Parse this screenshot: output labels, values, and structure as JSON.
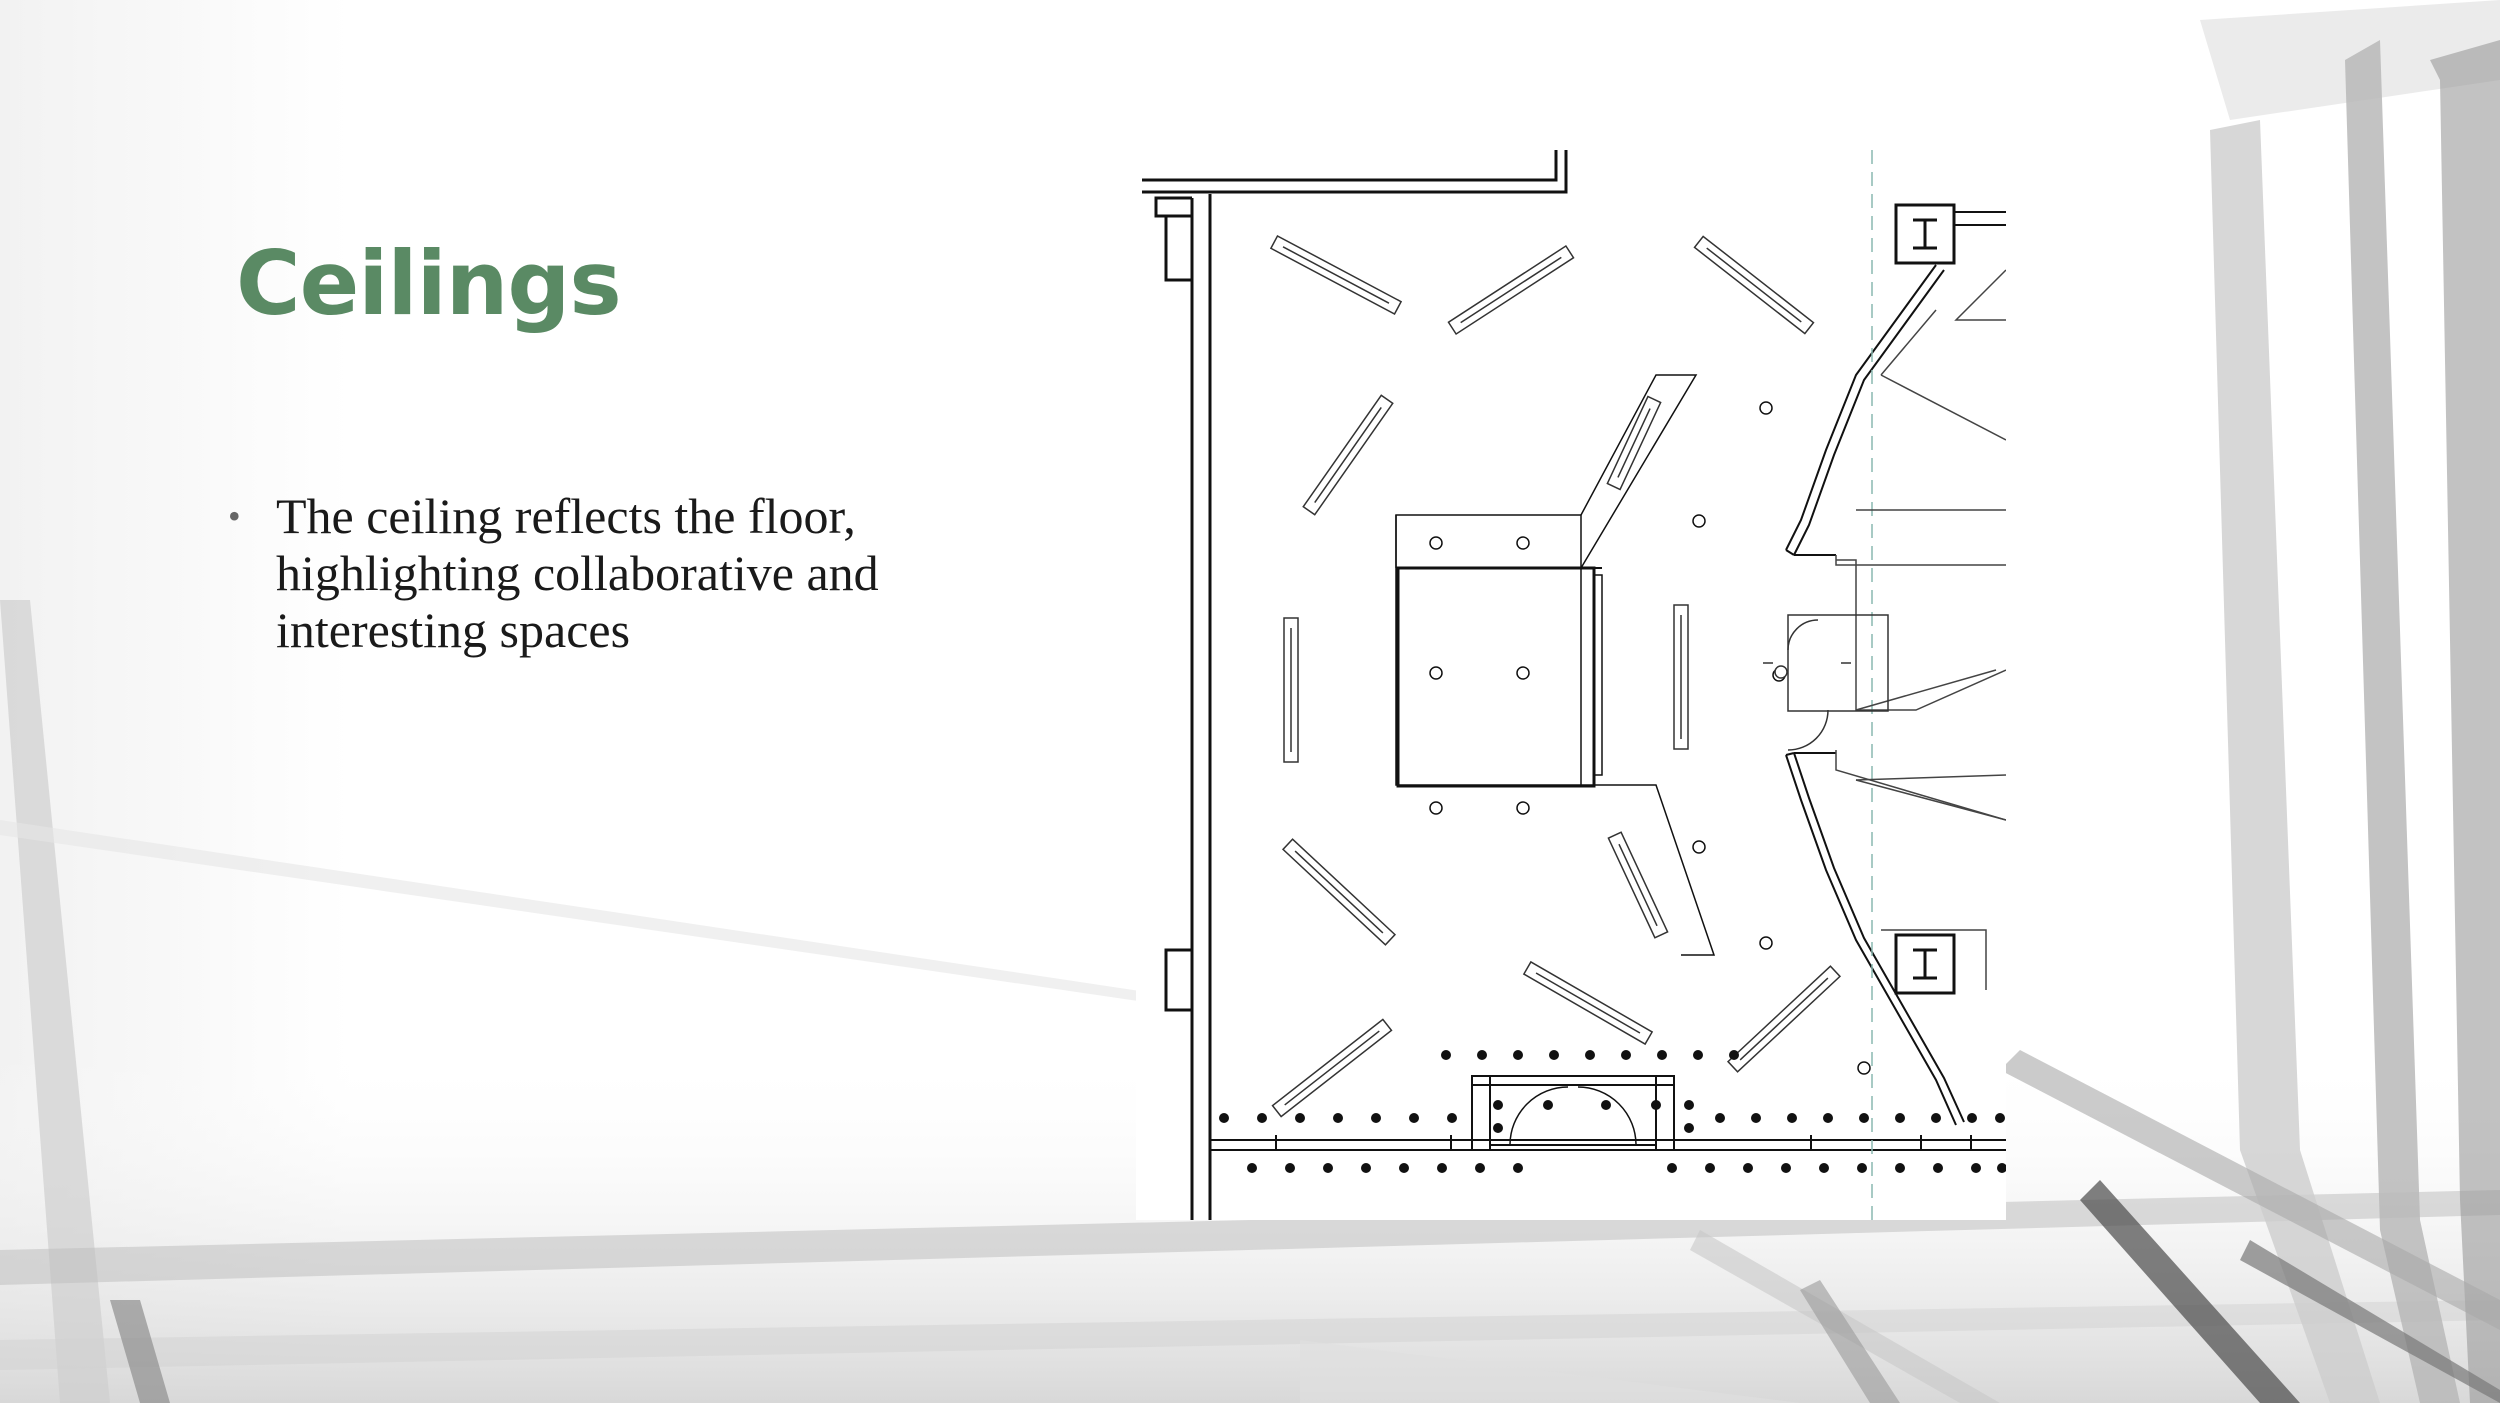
{
  "slide": {
    "title": "Ceilings",
    "bullets": [
      "The ceiling reflects the floor, highlighting collaborative and interesting spaces"
    ],
    "bullet_glyph": "•",
    "colors": {
      "title": "#5a8a64",
      "text": "#1a1a1a",
      "background": "#ffffff"
    },
    "image": {
      "description_icon": "reflected-ceiling-plan-drawing"
    }
  }
}
